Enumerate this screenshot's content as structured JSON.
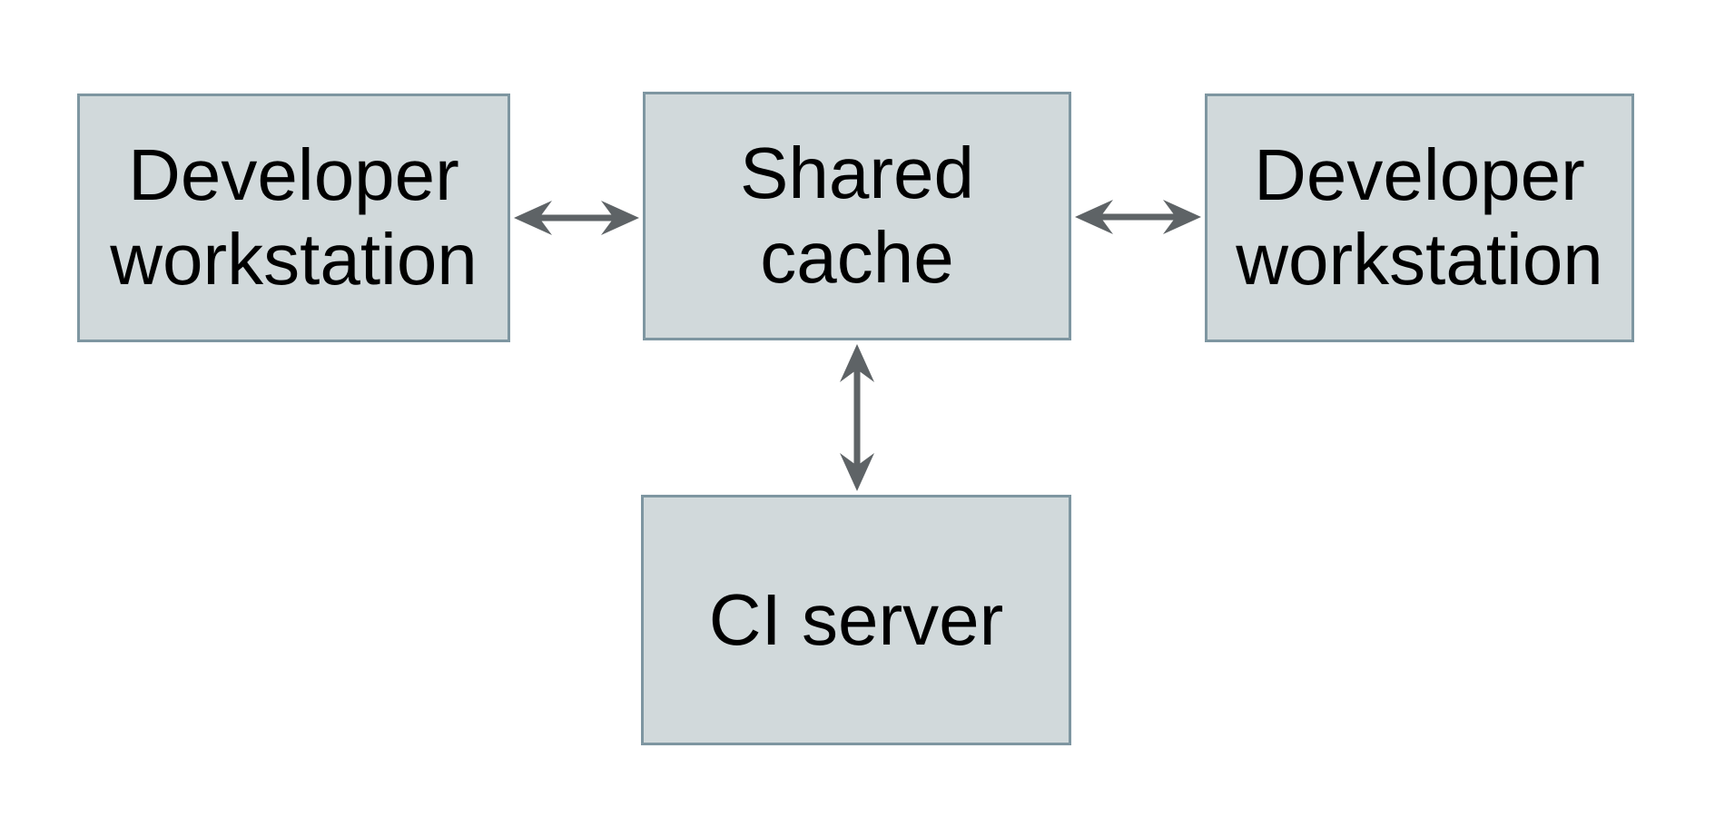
{
  "diagram": {
    "type": "architecture-diagram",
    "nodes": [
      {
        "id": "developer-workstation-left",
        "label": "Developer\nworkstation"
      },
      {
        "id": "shared-cache",
        "label": "Shared\ncache"
      },
      {
        "id": "developer-workstation-right",
        "label": "Developer\nworkstation"
      },
      {
        "id": "ci-server",
        "label": "CI server"
      }
    ],
    "edges": [
      {
        "from": "developer-workstation-left",
        "to": "shared-cache",
        "direction": "bidirectional",
        "orientation": "horizontal"
      },
      {
        "from": "shared-cache",
        "to": "developer-workstation-right",
        "direction": "bidirectional",
        "orientation": "horizontal"
      },
      {
        "from": "shared-cache",
        "to": "ci-server",
        "direction": "bidirectional",
        "orientation": "vertical"
      }
    ],
    "colors": {
      "background": "#ffffff",
      "node_fill": "#d1d9db",
      "node_border": "#7e96a1",
      "arrow": "#5e6366",
      "text": "#000000"
    }
  }
}
